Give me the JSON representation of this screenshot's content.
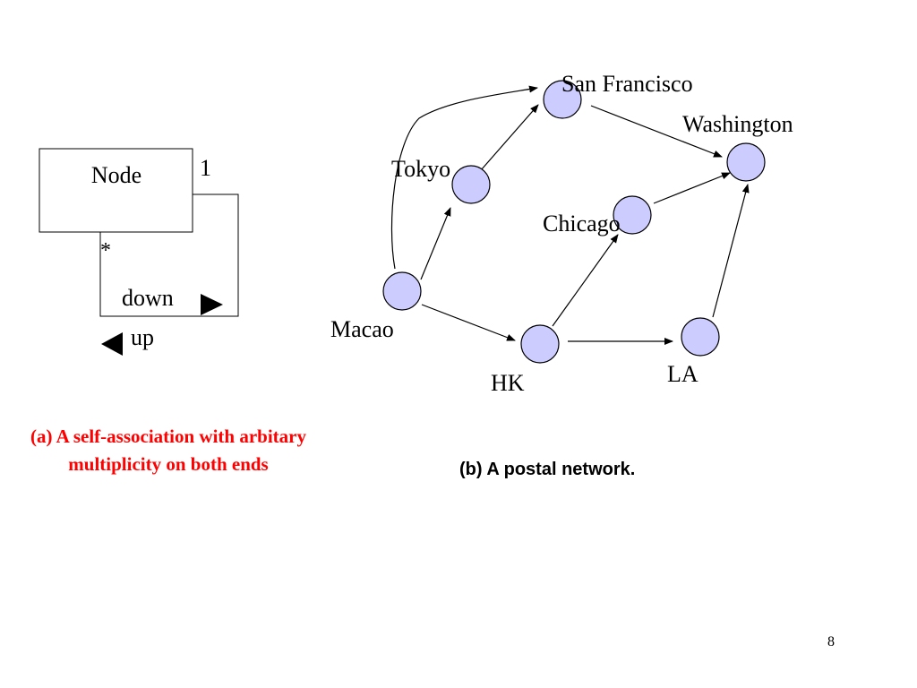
{
  "uml": {
    "class_name": "Node",
    "multiplicity_top": "1",
    "multiplicity_bottom": "*",
    "role_down": "down",
    "role_up": "up",
    "caption": "(a) A self-association with arbitary multiplicity on both ends"
  },
  "network": {
    "caption": "(b) A postal network.",
    "node_fill": "#ccccff",
    "nodes": [
      {
        "id": "macao",
        "label": "Macao"
      },
      {
        "id": "tokyo",
        "label": "Tokyo"
      },
      {
        "id": "san-francisco",
        "label": "San Francisco"
      },
      {
        "id": "washington",
        "label": "Washington"
      },
      {
        "id": "chicago",
        "label": "Chicago"
      },
      {
        "id": "hk",
        "label": "HK"
      },
      {
        "id": "la",
        "label": "LA"
      }
    ],
    "edges": [
      {
        "from": "macao",
        "to": "tokyo"
      },
      {
        "from": "tokyo",
        "to": "san-francisco"
      },
      {
        "from": "san-francisco",
        "to": "washington"
      },
      {
        "from": "macao",
        "to": "hk"
      },
      {
        "from": "hk",
        "to": "chicago"
      },
      {
        "from": "chicago",
        "to": "washington"
      },
      {
        "from": "hk",
        "to": "la"
      },
      {
        "from": "la",
        "to": "washington"
      },
      {
        "from": "macao",
        "to": "san-francisco",
        "curved": true
      }
    ]
  },
  "page_number": "8"
}
